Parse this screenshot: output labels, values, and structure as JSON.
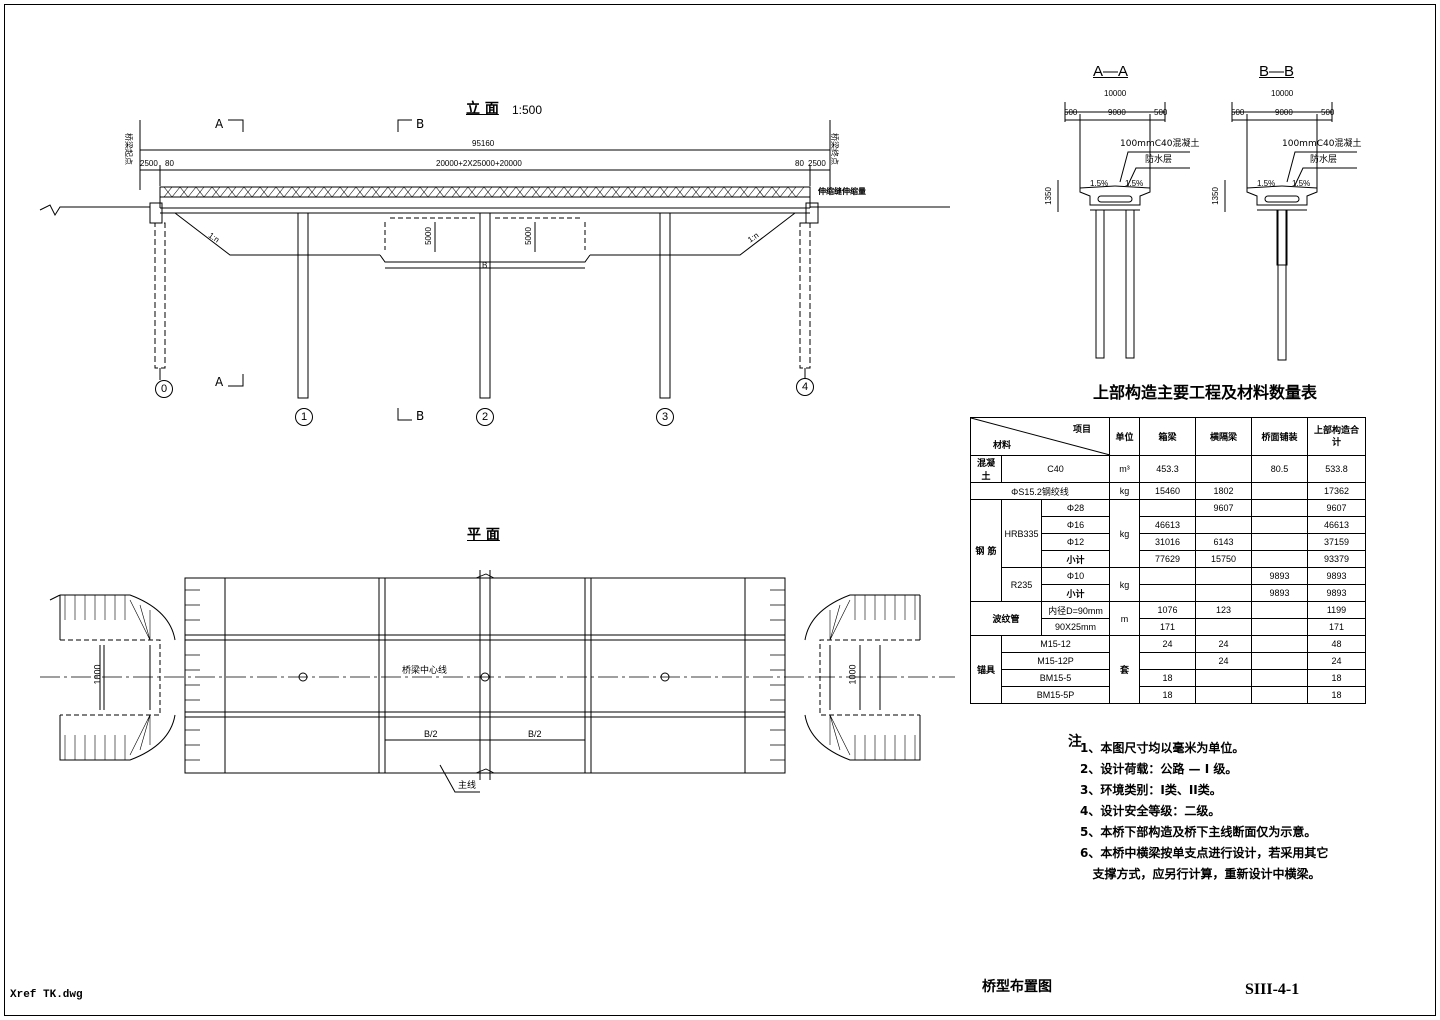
{
  "elevation": {
    "title": "立 面",
    "scale": "1:500",
    "section_a": "A",
    "section_b": "B",
    "overall_length": "95160",
    "span_arrangement": "20000+2X25000+20000",
    "end_left": "2500",
    "end_left_small": "80",
    "end_right_small": "80",
    "end_right": "2500",
    "pier_clearance_1": "5000",
    "pier_clearance_2": "5000",
    "pier_width_label": "B",
    "slope_left": "1:n",
    "slope_right": "1:n",
    "label_left_end": "桥梁起点",
    "label_right_end": "桥梁终点",
    "label_bearing": "伸缩缝伸缩量"
  },
  "axes": [
    "0",
    "1",
    "2",
    "3",
    "4"
  ],
  "section_aa": {
    "title": "A—A",
    "total_width": "10000",
    "left": "500",
    "middle": "9000",
    "right": "500",
    "height": "1350",
    "slope_left": "1.5%",
    "slope_right": "1.5%",
    "layer1": "100mmC40混凝土",
    "layer2": "防水层"
  },
  "section_bb": {
    "title": "B—B",
    "total_width": "10000",
    "left": "500",
    "middle": "9000",
    "right": "500",
    "height": "1350",
    "slope_left": "1.5%",
    "slope_right": "1.5%",
    "layer1": "100mmC40混凝土",
    "layer2": "防水层"
  },
  "plan": {
    "title": "平 面",
    "center_line": "桥梁中心线",
    "half_left": "B/2",
    "half_right": "B/2",
    "width_left": "1000",
    "width_right": "1000",
    "main_line": "主线"
  },
  "table": {
    "title": "上部构造主要工程及材料数量表",
    "header": {
      "item": "项目",
      "material": "材料",
      "unit": "单位",
      "col1": "箱梁",
      "col2": "横隔梁",
      "col3": "桥面铺装",
      "col4": "上部构造合 计"
    },
    "rows": {
      "concrete": {
        "group": "混凝土",
        "name": "C40",
        "unit": "m³",
        "v1": "453.3",
        "v2": "",
        "v3": "80.5",
        "v4": "533.8"
      },
      "strand": {
        "name": "ΦS15.2钢绞线",
        "unit": "kg",
        "v1": "15460",
        "v2": "1802",
        "v3": "",
        "v4": "17362"
      },
      "steel_group": "钢 筋",
      "hrb": "HRB335",
      "hrb_unit": "kg",
      "d28": {
        "name": "Φ28",
        "v1": "",
        "v2": "9607",
        "v3": "",
        "v4": "9607"
      },
      "d16": {
        "name": "Φ16",
        "v1": "46613",
        "v2": "",
        "v3": "",
        "v4": "46613"
      },
      "d12": {
        "name": "Φ12",
        "v1": "31016",
        "v2": "6143",
        "v3": "",
        "v4": "37159"
      },
      "hrb_sub": {
        "name": "小计",
        "v1": "77629",
        "v2": "15750",
        "v3": "",
        "v4": "93379"
      },
      "r235": "R235",
      "r235_unit": "kg",
      "d10": {
        "name": "Φ10",
        "v1": "",
        "v2": "",
        "v3": "9893",
        "v4": "9893"
      },
      "r_sub": {
        "name": "小计",
        "v1": "",
        "v2": "",
        "v3": "9893",
        "v4": "9893"
      },
      "duct_group": "波纹管",
      "duct_unit": "m",
      "duct1": {
        "name": "内径D=90mm",
        "v1": "1076",
        "v2": "123",
        "v3": "",
        "v4": "1199"
      },
      "duct2": {
        "name": "90X25mm",
        "v1": "171",
        "v2": "",
        "v3": "",
        "v4": "171"
      },
      "anchor_group": "锚具",
      "anchor_unit": "套",
      "a1": {
        "name": "M15-12",
        "v1": "24",
        "v2": "24",
        "v3": "",
        "v4": "48"
      },
      "a2": {
        "name": "M15-12P",
        "v1": "",
        "v2": "24",
        "v3": "",
        "v4": "24"
      },
      "a3": {
        "name": "BM15-5",
        "v1": "18",
        "v2": "",
        "v3": "",
        "v4": "18"
      },
      "a4": {
        "name": "BM15-5P",
        "v1": "18",
        "v2": "",
        "v3": "",
        "v4": "18"
      }
    }
  },
  "notes": {
    "heading": "注",
    "items": [
      "1、本图尺寸均以毫米为单位。",
      "2、设计荷载：公路 — I 级。",
      "3、环境类别：I类、II类。",
      "4、设计安全等级：二级。",
      "5、本桥下部构造及桥下主线断面仅为示意。",
      "6、本桥中横梁按单支点进行设计，若采用其它",
      "   支撑方式，应另行计算，重新设计中横梁。"
    ]
  },
  "title_block": {
    "xref": "Xref TK.dwg",
    "drawing_title": "桥型布置图",
    "drawing_no": "SIII-4-1"
  }
}
